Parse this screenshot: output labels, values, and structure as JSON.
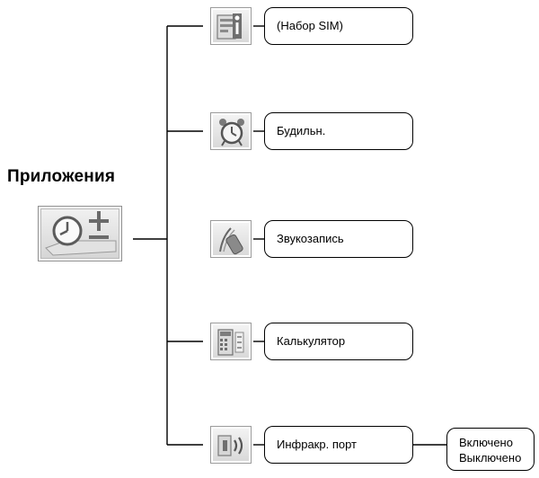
{
  "diagram": {
    "root": {
      "title": "Приложения",
      "icon": "clock-plus-minus-icon"
    },
    "items": [
      {
        "label": "(Набор SIM)",
        "icon": "sim-info-icon"
      },
      {
        "label": "Будильн.",
        "icon": "alarm-clock-icon"
      },
      {
        "label": "Звукозапись",
        "icon": "voice-recorder-icon"
      },
      {
        "label": "Калькулятор",
        "icon": "calculator-icon"
      },
      {
        "label": "Инфракр. порт",
        "icon": "infrared-port-icon",
        "options": [
          "Включено",
          "Выключено"
        ]
      }
    ]
  }
}
